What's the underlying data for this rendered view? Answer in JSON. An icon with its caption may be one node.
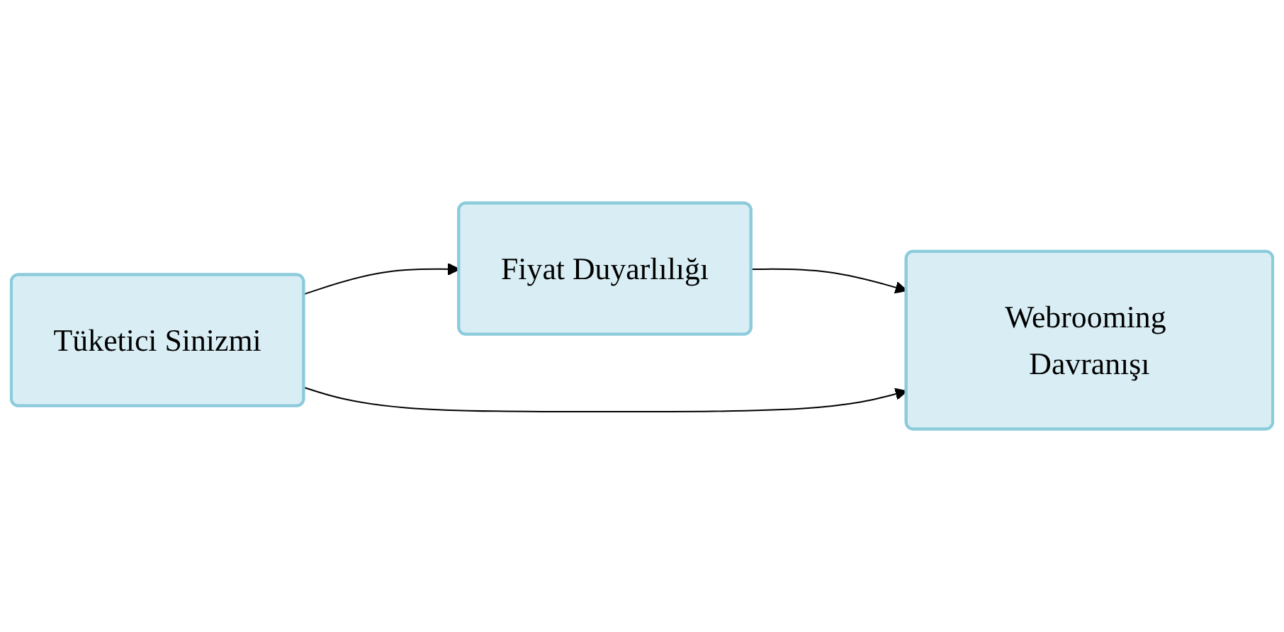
{
  "diagram": {
    "nodes": [
      {
        "text": [
          "Fiyat Duyarlılığı"
        ]
      },
      {
        "text": [
          "Tüketici Sinizmi"
        ]
      },
      {
        "text": [
          "Webrooming Davranışı"
        ]
      }
    ],
    "edges": [
      {
        "from": 1,
        "to": 0,
        "arrow": "to"
      },
      {
        "from": 0,
        "to": 2,
        "arrow": "to"
      },
      {
        "from": 1,
        "to": 2,
        "arrow": "to"
      }
    ]
  }
}
